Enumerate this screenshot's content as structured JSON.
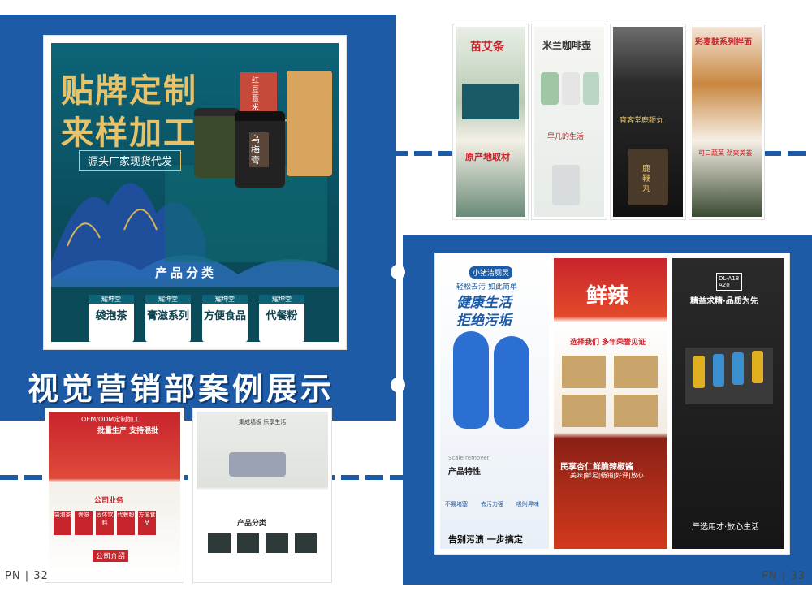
{
  "headline": "视觉营销部案例展示",
  "main_poster": {
    "title_line1": "贴牌定制",
    "title_line2": "来样加工",
    "subtitle": "源头厂家现货代发",
    "section": "产品分类",
    "jar_label": "乌梅膏",
    "box_label": "红豆薏米",
    "categories": [
      "袋泡茶",
      "膏滋系列",
      "方便食品",
      "代餐粉"
    ],
    "brand": "耀坤堂"
  },
  "top_thumbs": [
    {
      "title": "苗艾条",
      "tagline": "原产地取材"
    },
    {
      "title": "米兰咖啡壶",
      "tagline": "早几的生活"
    },
    {
      "title": "鹿鞭丸",
      "tagline": "宵客堂鹿鞭丸"
    },
    {
      "title": "彩麦麸系列拌面",
      "tagline": "可口蔬菜 劲爽美荟"
    }
  ],
  "right_panel": {
    "cleaner": {
      "brand": "小猪洁厕灵",
      "line1": "轻松去污 如此简单",
      "line2": "健康生活",
      "line3": "拒绝污垢",
      "features_title": "产品特性",
      "features": [
        "不易堵塞",
        "去污力强",
        "吸附异味"
      ],
      "bottom": "告别污渍 一步搞定",
      "tag": "Scale remover"
    },
    "sauce": {
      "title": "鲜辣",
      "pick": "选择我们 多年荣誉见证",
      "brand": "民享杏仁鲜脆辣椒酱",
      "sub": "美味|鲜足|畅销|好评|放心"
    },
    "tool": {
      "title": "精益求精·品质为先",
      "model": "DL-A18 A20",
      "bottom": "严选用才·放心生活"
    }
  },
  "bottom_left": {
    "card1": {
      "top": "OEM/ODM定制加工",
      "line": "批量生产 支持混批",
      "business": "公司业务",
      "intro": "公司介绍",
      "items": [
        "袋泡茶",
        "膏滋",
        "固体饮料",
        "代餐粉",
        "方便食品"
      ]
    },
    "card2": {
      "header": "集成墙板 乐享生活",
      "section": "产品分类"
    }
  },
  "page_left": "PN | 32",
  "page_right": "PN | 33",
  "colors": {
    "brand_blue": "#1d5ba7",
    "teal": "#0e5b6d",
    "gold": "#d9b45a",
    "red": "#c8242c"
  }
}
